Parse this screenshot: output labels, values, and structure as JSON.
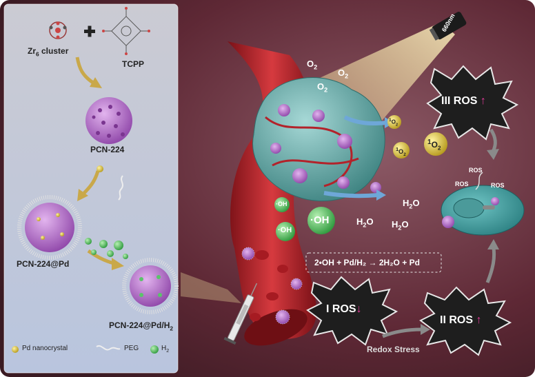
{
  "synthesis": {
    "zr_cluster": "Zr",
    "zr_sub": "6",
    "zr_suffix": " cluster",
    "plus": "+",
    "tcpp": "TCPP",
    "pcn224": "PCN-224",
    "pcn224_pd": "PCN-224@Pd",
    "pcn224_pdh2": "PCN-224@Pd/H",
    "pcn224_pdh2_sub": "2"
  },
  "legend": {
    "pd": "Pd nanocrystal",
    "peg": "PEG",
    "h2": "H",
    "h2_sub": "2"
  },
  "laser": {
    "wavelength": "660nm"
  },
  "species": {
    "o2": "O",
    "o2_sub": "2",
    "singlet_o2": "O",
    "singlet_prefix": "1",
    "oh": "·OH",
    "oh_big": "·OH",
    "h2o": "H",
    "h2o_mid": "2",
    "h2o_end": "O"
  },
  "reaction": {
    "equation": "2•OH + Pd/H₂ → 2H₂O + Pd"
  },
  "ros": {
    "i": "I ROS",
    "ii": "II ROS",
    "iii": "III ROS",
    "down": "↓",
    "up": "↑",
    "ros_small": "ROS"
  },
  "redox": "Redox Stress",
  "colors": {
    "vessel": "#b8232a",
    "tumor": "#5fa9a8",
    "mof": "#b070c8",
    "singlet": "#c9b032",
    "oh_green": "#3cae4e",
    "right_bg": "#6b2f3a",
    "left_bg": "#c9d2e4"
  }
}
